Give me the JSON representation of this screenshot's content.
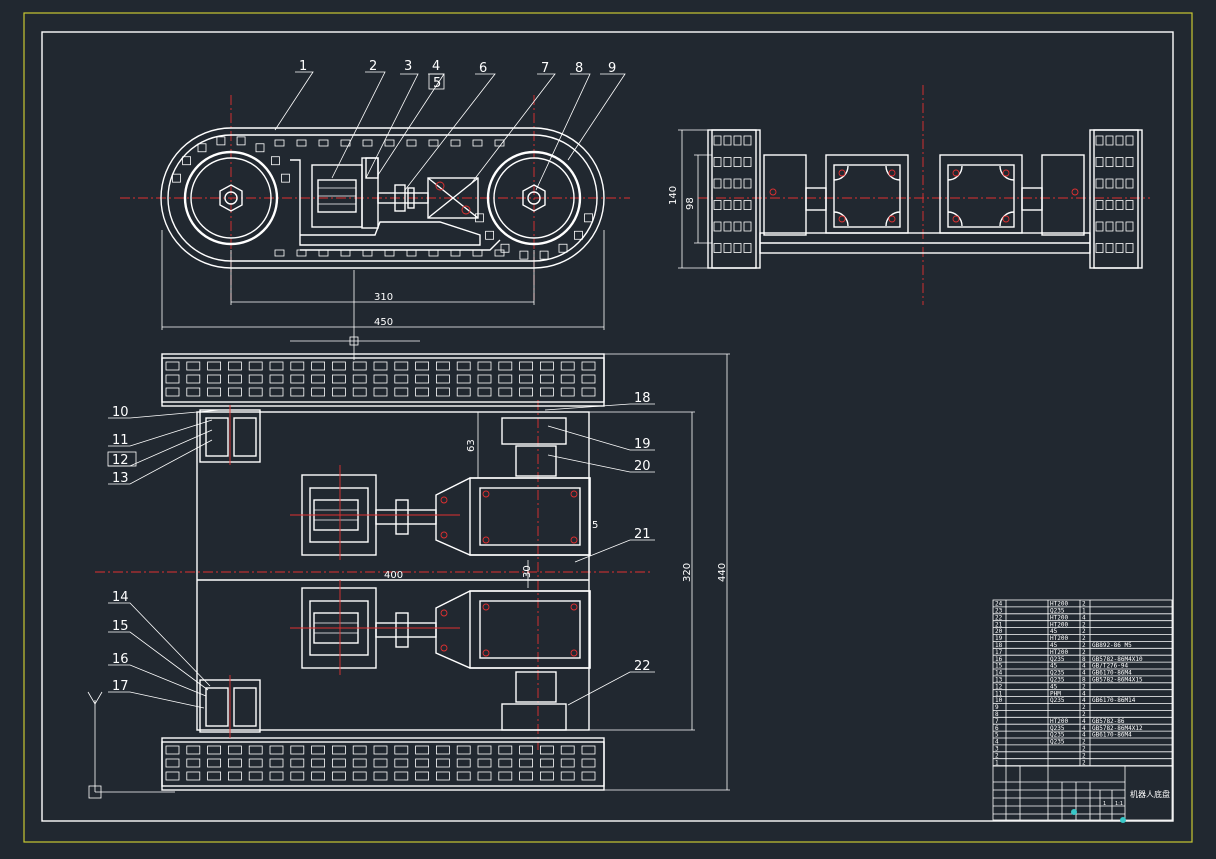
{
  "drawing": {
    "colors": {
      "background": "#212830",
      "line": "#ffffff",
      "centerline": "#e03030",
      "frame_outer": "#c8c832",
      "leader": "#40c040"
    },
    "part_labels": [
      "1",
      "2",
      "3",
      "4",
      "5",
      "6",
      "7",
      "8",
      "9",
      "10",
      "11",
      "12",
      "13",
      "14",
      "15",
      "16",
      "17",
      "18",
      "19",
      "20",
      "21",
      "22"
    ],
    "dimensions": {
      "d310": "310",
      "d450": "450",
      "d140": "140",
      "d98": "98",
      "d63": "63",
      "d5": "5",
      "d400": "400",
      "d30": "30",
      "d320": "320",
      "d440": "440"
    },
    "bom_rows": [
      {
        "no": "24",
        "mat": "HT200",
        "qty": "2",
        "std": ""
      },
      {
        "no": "23",
        "mat": "Q235",
        "qty": "1",
        "std": ""
      },
      {
        "no": "22",
        "mat": "HT200",
        "qty": "4",
        "std": ""
      },
      {
        "no": "21",
        "mat": "HT200",
        "qty": "2",
        "std": ""
      },
      {
        "no": "20",
        "mat": "45",
        "qty": "2",
        "std": ""
      },
      {
        "no": "19",
        "mat": "HT200",
        "qty": "2",
        "std": ""
      },
      {
        "no": "18",
        "mat": "45",
        "qty": "2",
        "std": "GB892-86  M5"
      },
      {
        "no": "17",
        "mat": "HT200",
        "qty": "2",
        "std": ""
      },
      {
        "no": "16",
        "mat": "Q235",
        "qty": "8",
        "std": "GB5782-86M4X10"
      },
      {
        "no": "15",
        "mat": "45",
        "qty": "4",
        "std": "GB/T276-94"
      },
      {
        "no": "14",
        "mat": "Q235",
        "qty": "4",
        "std": "GB6170-86M4"
      },
      {
        "no": "13",
        "mat": "Q235",
        "qty": "8",
        "std": "GB5782-86M4X15"
      },
      {
        "no": "12",
        "mat": "45",
        "qty": "2",
        "std": ""
      },
      {
        "no": "11",
        "mat": "PHM",
        "qty": "4",
        "std": ""
      },
      {
        "no": "10",
        "mat": "Q235",
        "qty": "4",
        "std": "GB6170-86M14"
      },
      {
        "no": "9",
        "mat": "",
        "qty": "2",
        "std": ""
      },
      {
        "no": "8",
        "mat": "",
        "qty": "2",
        "std": ""
      },
      {
        "no": "7",
        "mat": "HT200",
        "qty": "4",
        "std": "GB5782-86"
      },
      {
        "no": "6",
        "mat": "Q235",
        "qty": "4",
        "std": "GB5782-86M4X12"
      },
      {
        "no": "5",
        "mat": "Q235",
        "qty": "4",
        "std": "GB6170-86M4"
      },
      {
        "no": "4",
        "mat": "Q235",
        "qty": "2",
        "std": ""
      },
      {
        "no": "3",
        "mat": "",
        "qty": "2",
        "std": ""
      },
      {
        "no": "2",
        "mat": "",
        "qty": "2",
        "std": ""
      },
      {
        "no": "1",
        "mat": "",
        "qty": "2",
        "std": ""
      }
    ],
    "title_block": {
      "drawing_name": "机器人底盘",
      "scale": "1:1",
      "sheet": "1"
    }
  }
}
